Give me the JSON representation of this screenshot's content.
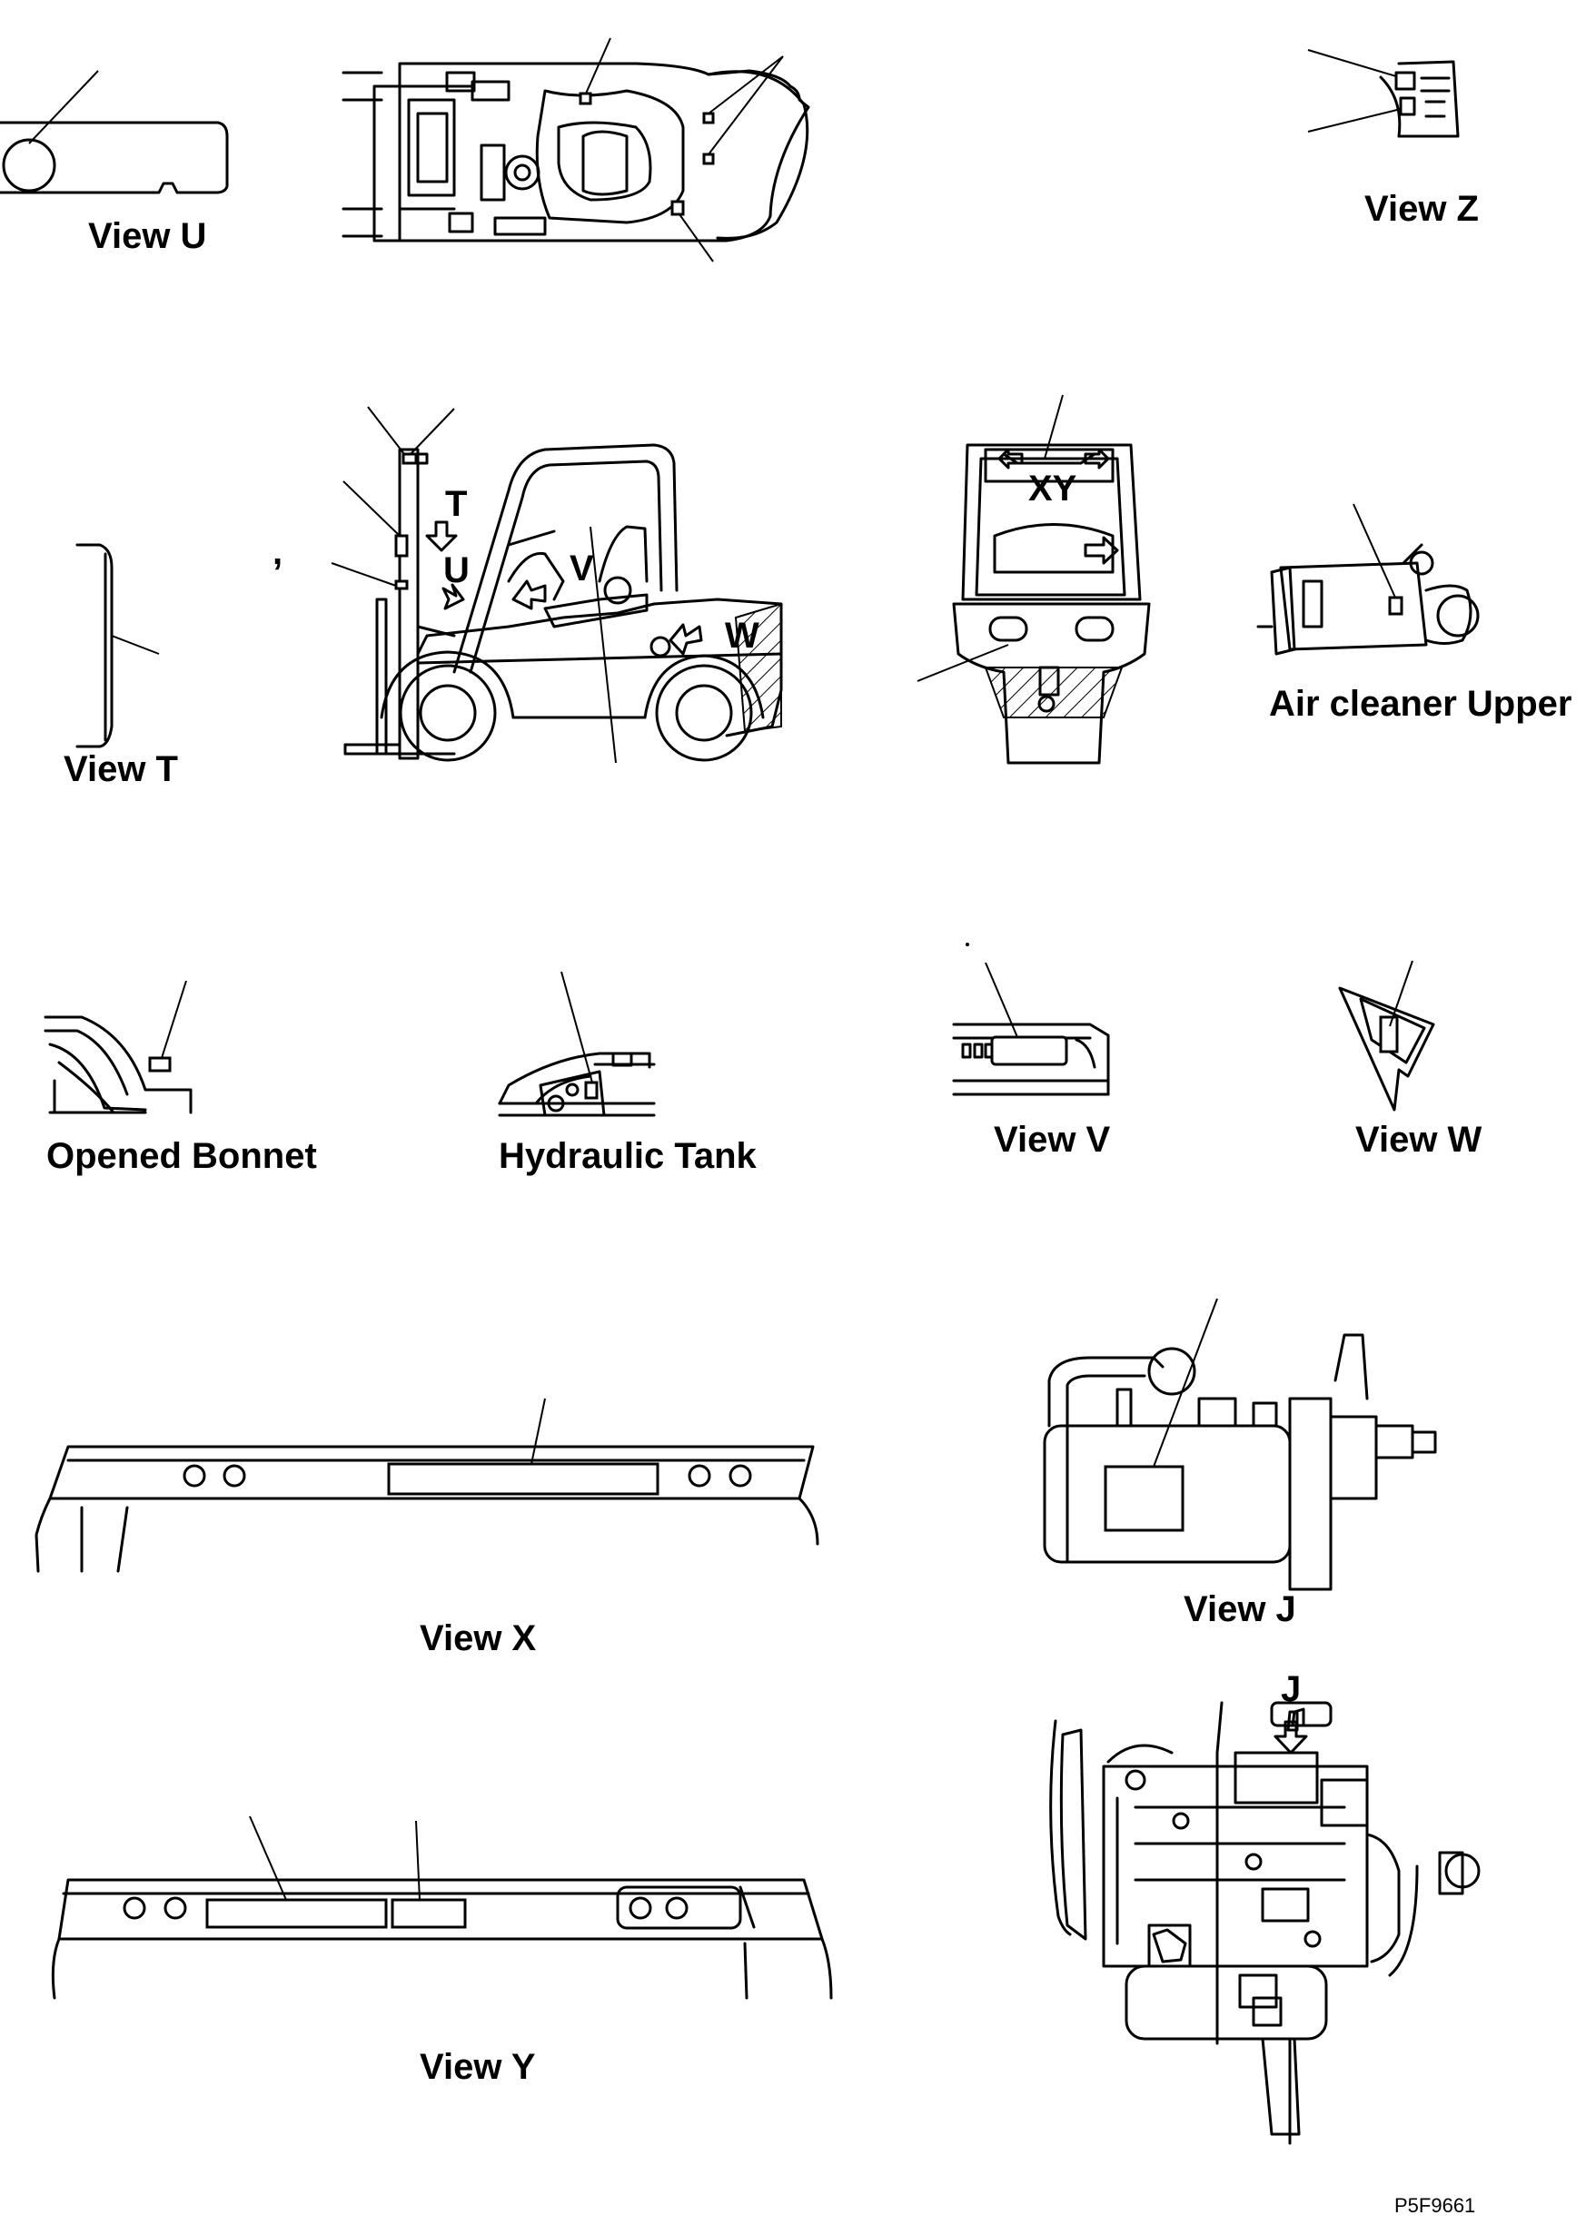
{
  "views": {
    "u": "View U",
    "z": "View Z",
    "t": "View T",
    "air_cleaner": "Air cleaner Upper",
    "opened_bonnet": "Opened Bonnet",
    "hydraulic_tank": "Hydraulic Tank",
    "v": "View V",
    "w": "View W",
    "x": "View X",
    "j": "View J",
    "y": "View Y"
  },
  "side_markers": {
    "t": "T",
    "u": "U",
    "v": "V",
    "w": "W"
  },
  "rear_marker": "XY",
  "engine_marker": "J",
  "stray_mark": ",",
  "drawing_code": "P5F9661"
}
